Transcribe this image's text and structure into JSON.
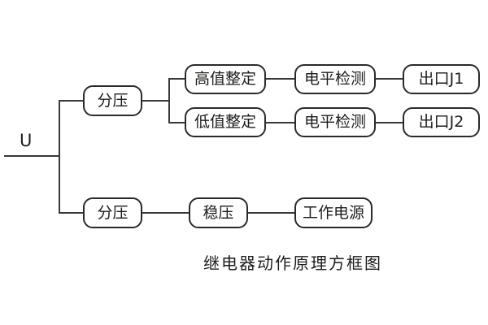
{
  "diagram": {
    "input_label": "U",
    "caption": "继电器动作原理方框图",
    "boxes": {
      "divider_top": "分压",
      "high_setting": "高值整定",
      "level_detect_1": "电平检测",
      "output_j1": "出口J1",
      "low_setting": "低值整定",
      "level_detect_2": "电平检测",
      "output_j2": "出口J2",
      "divider_bottom": "分压",
      "regulator": "稳压",
      "working_power": "工作电源"
    },
    "colors": {
      "line": "#3a3836",
      "border": "#2b2a29",
      "text": "#1d1c1b",
      "background": "#ffffff"
    }
  }
}
